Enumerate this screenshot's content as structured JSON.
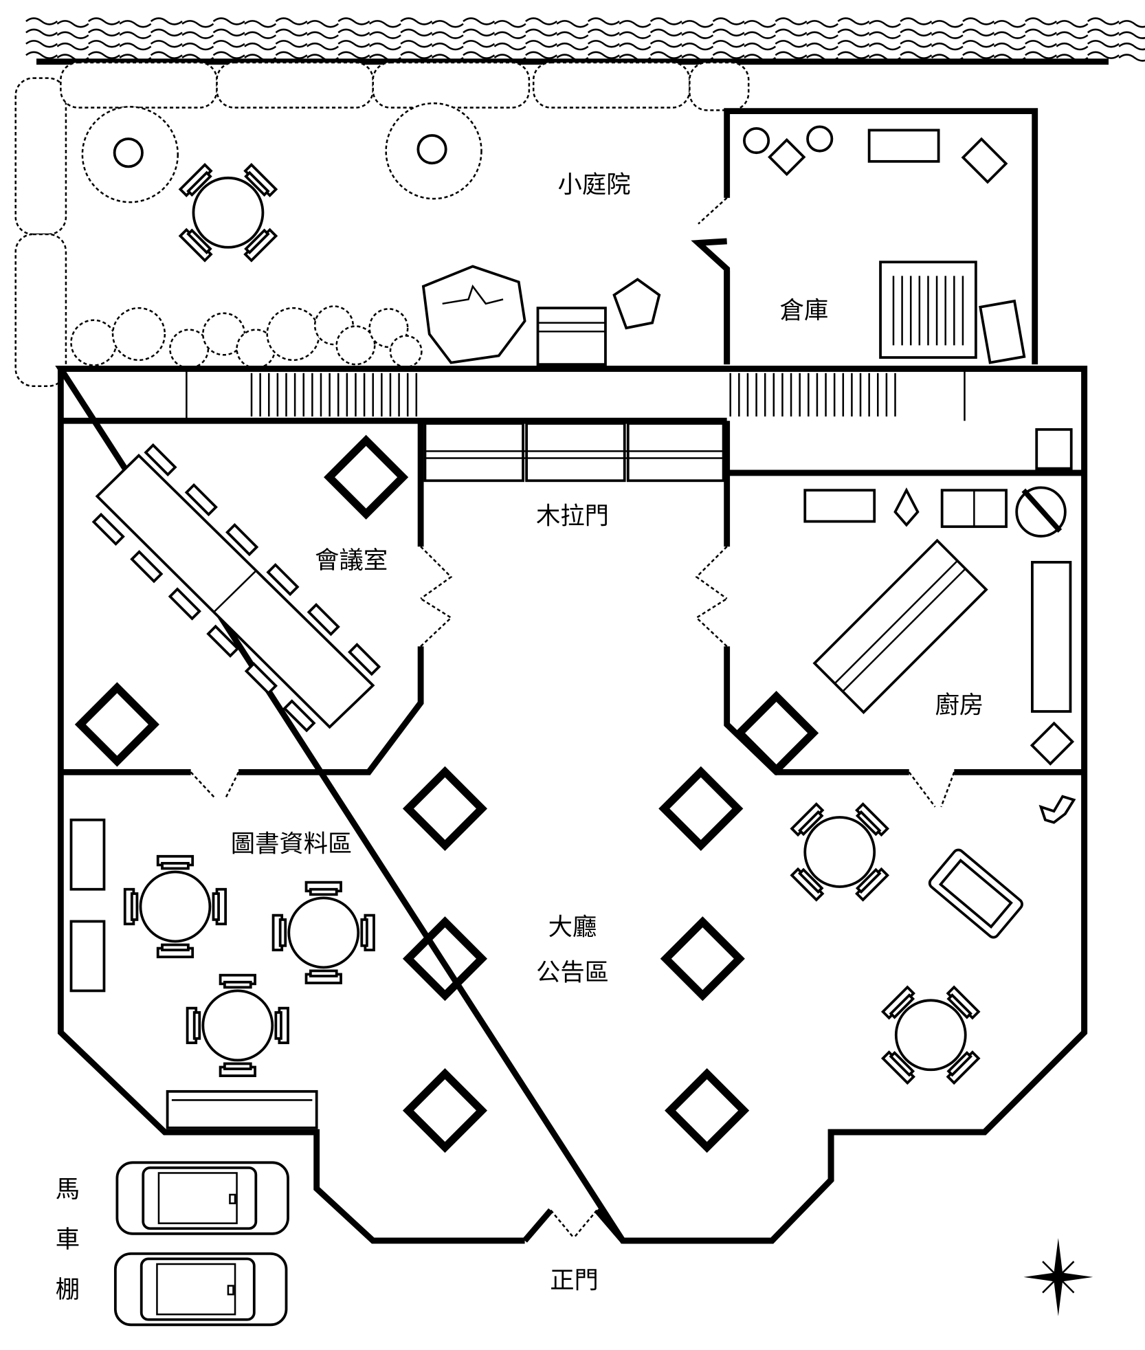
{
  "title": "Floor plan",
  "rooms": {
    "courtyard": "小庭院",
    "storage": "倉庫",
    "sliding_door": "木拉門",
    "meeting_room": "會議室",
    "kitchen": "廚房",
    "library": "圖書資料區",
    "hall": "大廳",
    "notice_area": "公告區",
    "main_gate": "正門",
    "carriage_shed": [
      "馬",
      "車",
      "棚"
    ]
  },
  "colors": {
    "line": "#000000",
    "background": "#ffffff"
  }
}
